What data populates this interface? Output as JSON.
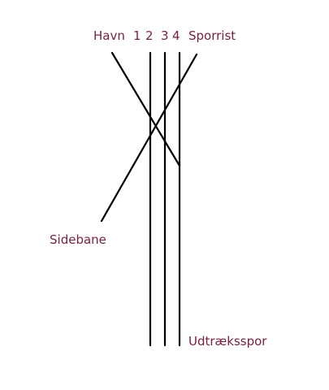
{
  "labels": {
    "havn": "Havn",
    "track_1": "1",
    "track_2": "2",
    "track_3": "3",
    "track_4": "4",
    "sporrist": "Sporrist",
    "sidebane": "Sidebane",
    "udtraeksspor": "Udtræksspor"
  },
  "colors": {
    "label_color": "#7a1f3d",
    "line_color": "#000000"
  }
}
